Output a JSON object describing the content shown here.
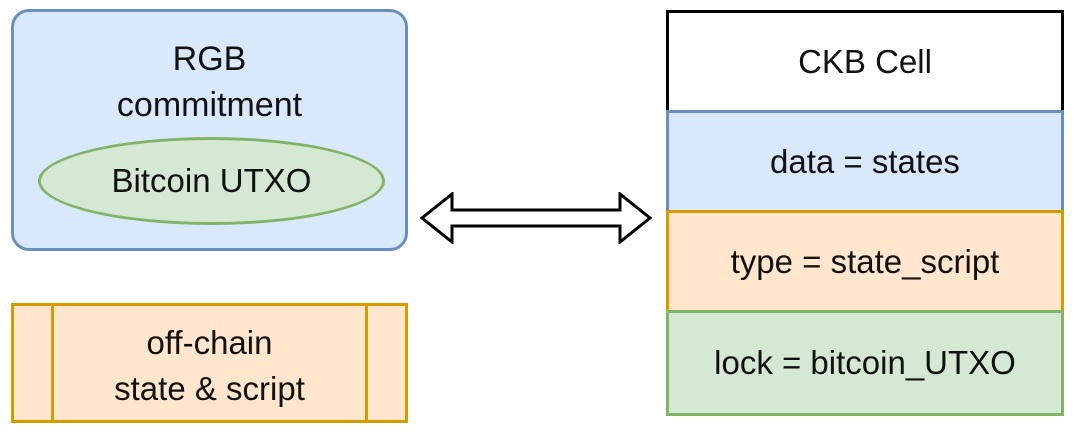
{
  "rgb": {
    "title_line1": "RGB",
    "title_line2": "commitment",
    "utxo_label": "Bitcoin UTXO"
  },
  "offchain": {
    "line1": "off-chain",
    "line2": "state & script"
  },
  "ckb_cell": {
    "header": "CKB Cell",
    "rows": [
      "data = states",
      "type = state_script",
      "lock = bitcoin_UTXO"
    ]
  },
  "colors": {
    "blue_fill": "#dae8fc",
    "blue_stroke": "#6c8ebf",
    "green_fill": "#d5e8d4",
    "green_stroke": "#82b366",
    "orange_fill": "#ffe6cc",
    "orange_stroke": "#d79b00"
  }
}
